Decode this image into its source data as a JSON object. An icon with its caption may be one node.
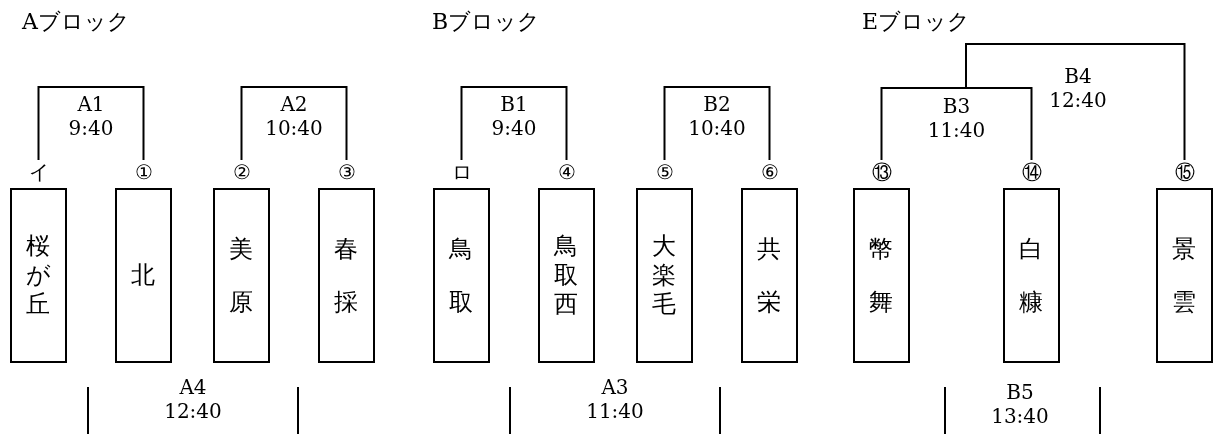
{
  "diagram": {
    "nodes": [
      {
        "text": [
          "桜が丘"
        ],
        "beside": [
          "イ"
        ]
      },
      {
        "text": [
          "北"
        ],
        "beside": [
          "①"
        ]
      },
      {
        "text": [
          "美原"
        ],
        "beside": [
          "②"
        ]
      },
      {
        "text": [
          "春採"
        ],
        "beside": [
          "③"
        ]
      },
      {
        "text": [
          "鳥取"
        ],
        "beside": [
          "ロ"
        ]
      },
      {
        "text": [
          "鳥取西"
        ],
        "beside": [
          "④"
        ]
      },
      {
        "text": [
          "大楽毛"
        ],
        "beside": [
          "⑤"
        ]
      },
      {
        "text": [
          "共栄"
        ],
        "beside": [
          "⑥"
        ]
      },
      {
        "text": [
          "幣舞"
        ],
        "beside": [
          "⑬"
        ]
      },
      {
        "text": [
          "白糠"
        ],
        "beside": [
          "⑭"
        ]
      },
      {
        "text": [
          "景雲"
        ],
        "beside": [
          "⑮"
        ]
      }
    ],
    "edges": [
      {
        "from": 0,
        "to": 1,
        "arrow": "none",
        "label": "A1 9:40"
      },
      {
        "from": 2,
        "to": 3,
        "arrow": "none",
        "label": "A2 10:40"
      },
      {
        "from": 4,
        "to": 5,
        "arrow": "none",
        "label": "B1 9:40"
      },
      {
        "from": 6,
        "to": 7,
        "arrow": "none",
        "label": "B2 10:40"
      },
      {
        "from": 8,
        "to": 9,
        "arrow": "none",
        "label": "B3 11:40"
      },
      {
        "from": null,
        "to": 10,
        "arrow": "none",
        "label": "B4 12:40"
      }
    ],
    "labels": [
      "Aブロック",
      "Bブロック",
      "Eブロック",
      "A4 12:40",
      "A3 11:40",
      "B5 13:40"
    ]
  }
}
